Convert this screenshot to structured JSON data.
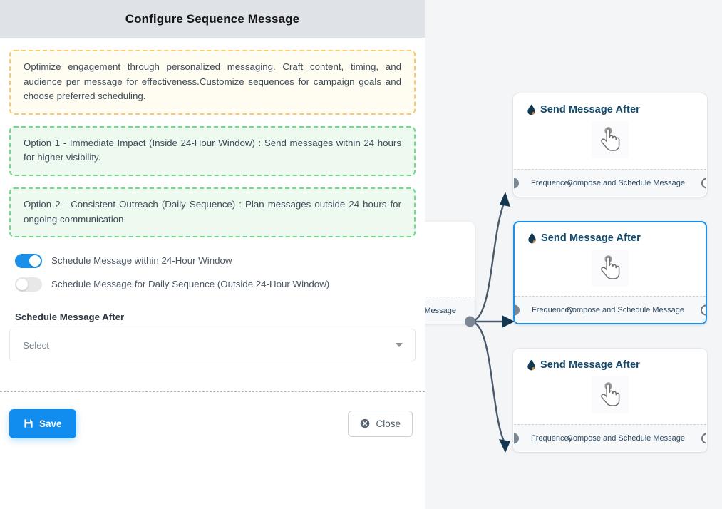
{
  "modal": {
    "title": "Configure Sequence Message",
    "callouts": [
      {
        "name": "info-callout",
        "style": "warn",
        "text": "Optimize engagement through personalized messaging. Craft content, timing, and audience per message for effectiveness.Customize sequences for campaign goals and choose preferred scheduling."
      },
      {
        "name": "option-1-callout",
        "style": "ok",
        "text": "Option 1 - Immediate Impact (Inside 24-Hour Window) : Send messages within 24 hours for higher visibility."
      },
      {
        "name": "option-2-callout",
        "style": "ok",
        "text": "Option 2 - Consistent Outreach (Daily Sequence) : Plan messages outside 24 hours for ongoing communication."
      }
    ],
    "toggles": [
      {
        "label": "Schedule Message within 24-Hour Window",
        "state": "on"
      },
      {
        "label": "Schedule Message for Daily Sequence (Outside 24-Hour Window)",
        "state": "off"
      }
    ],
    "select": {
      "label": "Schedule Message After",
      "value": "Select",
      "caret_icon": "chevron-down-icon"
    },
    "footer": {
      "save_label": "Save",
      "save_icon": "save-floppy-icon",
      "close_label": "Close",
      "close_icon": "close-circle-icon"
    }
  },
  "canvas": {
    "background": "#f4f5f7",
    "hidden_node": {
      "footer_text": "ce Message"
    },
    "nodes": [
      {
        "title": "Send Message After",
        "title_icon": "droplet-icon",
        "body_icon": "hand-pointer-icon",
        "footer_left": "Frequencey",
        "footer_right": "Compose and Schedule Message",
        "selected": false
      },
      {
        "title": "Send Message After",
        "title_icon": "droplet-icon",
        "body_icon": "hand-pointer-icon",
        "footer_left": "Frequencey",
        "footer_right": "Compose and Schedule Message",
        "selected": true
      },
      {
        "title": "Send Message After",
        "title_icon": "droplet-icon",
        "body_icon": "hand-pointer-icon",
        "footer_left": "Frequencey",
        "footer_right": "Compose and Schedule Message",
        "selected": false
      }
    ]
  },
  "colors": {
    "accent": "#118df0",
    "selected_border": "#1a90e8",
    "header_bg": "#dfe2e6",
    "canvas_bg": "#f4f5f7",
    "warn_border": "#fac96a",
    "warn_bg": "#fffdf2",
    "ok_border": "#6fdc8c",
    "ok_bg": "#eefaf0",
    "node_title": "#12496b",
    "edge": "#4a5a6a"
  }
}
